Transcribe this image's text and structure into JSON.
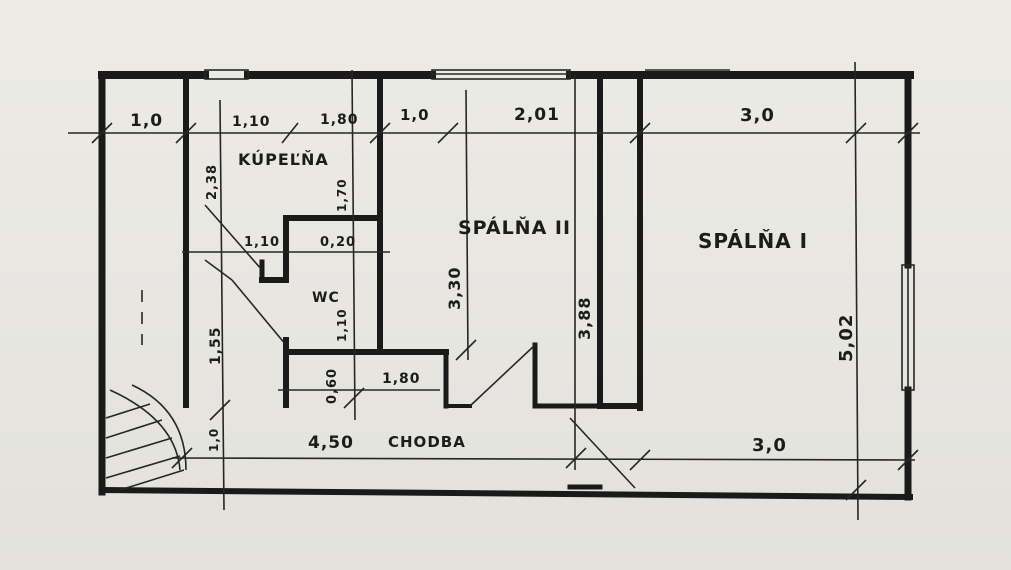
{
  "rooms": {
    "kupelna": "KÚPEĽŇA",
    "wc": "WC",
    "spalna_2": "SPÁLŇA II",
    "spalna_1": "SPÁLŇA I",
    "chodba": "CHODBA"
  },
  "dimensions": {
    "d_1_0_left": "1,0",
    "d_1_10_top": "1,10",
    "d_1_80_top": "1,80",
    "d_1_0_mid": "1,0",
    "d_2_01": "2,01",
    "d_3_0_top": "3,0",
    "d_2_38": "2,38",
    "d_1_70": "1,70",
    "d_1_10_mid": "1,10",
    "d_0_20": "0,20",
    "d_3_30": "3,30",
    "d_1_55": "1,55",
    "d_1_10_wc": "1,10",
    "d_3_88": "3,88",
    "d_5_02": "5,02",
    "d_0_60": "0,60",
    "d_1_80_bottom": "1,80",
    "d_1_0_stair": "1,0",
    "d_4_50": "4,50",
    "d_3_0_bottom": "3,0"
  },
  "colors": {
    "paper": "#e8e7e2",
    "ink": "#1a1a1a"
  }
}
